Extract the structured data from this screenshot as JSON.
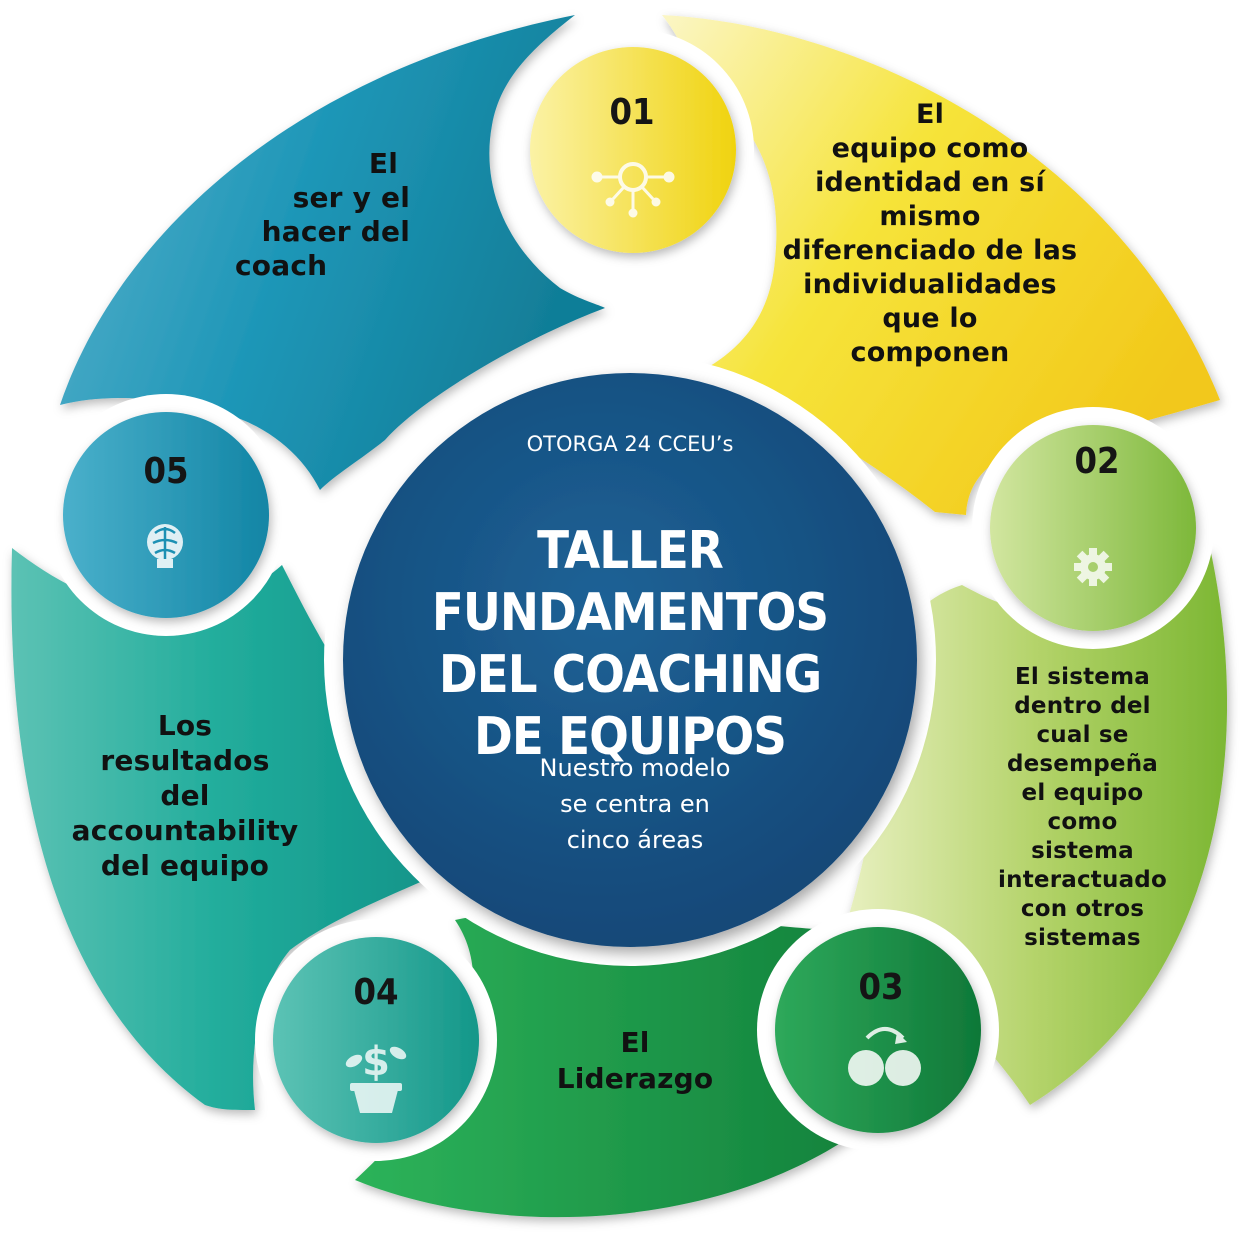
{
  "center": {
    "top_text": "OTORGA 24 CCEU’s",
    "title_lines": [
      "TALLER FUNDAMENTOS",
      "DEL COACHING",
      "DE EQUIPOS"
    ],
    "subtitle_lines": [
      "Nuestro modelo",
      "se centra en",
      "cinco áreas"
    ]
  },
  "areas": [
    {
      "number": "01",
      "icon": "network-hub-icon",
      "lines": [
        "El",
        "equipo como",
        "identidad en sí",
        "mismo",
        "diferenciado de las",
        "individualidades",
        "que lo",
        "componen"
      ]
    },
    {
      "number": "02",
      "icon": "gear-icon",
      "lines": [
        "El  sistema",
        "dentro del",
        "cual se",
        "desempeña",
        "el equipo",
        "como",
        "sistema",
        "interactuado",
        "con otros",
        "sistemas"
      ]
    },
    {
      "number": "03",
      "icon": "exchange-circles-icon",
      "lines": [
        "El",
        "Liderazgo"
      ]
    },
    {
      "number": "04",
      "icon": "money-plant-icon",
      "lines": [
        "Los",
        "resultados",
        "del",
        "accountability",
        "del equipo"
      ]
    },
    {
      "number": "05",
      "icon": "brain-bulb-icon",
      "lines": [
        "El",
        "ser y el",
        "hacer del",
        "coach"
      ]
    }
  ],
  "colors": {
    "yellow": "#f3dc1a",
    "lime": "#8bbf3c",
    "green": "#239a48",
    "teal": "#18a39a",
    "blue": "#1a8fb3",
    "navy": "#16507e"
  }
}
